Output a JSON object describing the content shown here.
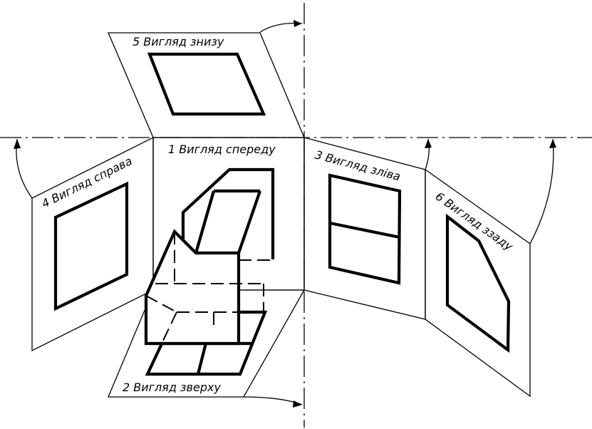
{
  "labels": {
    "view_bottom": "5 Вигляд знизу",
    "view_front": "1 Вигляд спереду",
    "view_left": "3 Вигляд зліва",
    "view_right": "4 Вигляд справа",
    "view_back": "6 Вигляд ззаду",
    "view_top": "2 Вигляд зверху"
  }
}
